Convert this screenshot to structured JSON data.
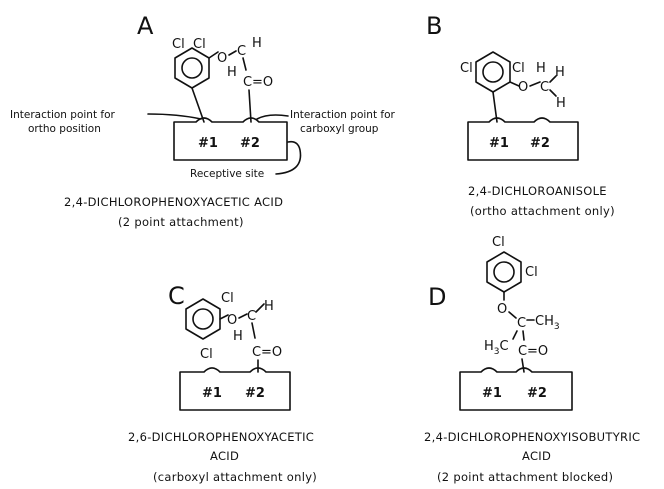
{
  "panels": {
    "a": {
      "letter": "A",
      "cl_left": "Cl",
      "cl_right": "Cl",
      "o": "O",
      "c_top": "C",
      "h_top": "H",
      "h_left": "H",
      "c_carbonyl": "C",
      "o_carbonyl": "=O",
      "site1": "#1",
      "site2": "#2",
      "label_ortho_line1": "Interaction point for",
      "label_ortho_line2": "ortho position",
      "label_carboxyl_line1": "Interaction point for",
      "label_carboxyl_line2": "carboxyl group",
      "label_receptive": "Receptive site",
      "caption_line1": "2,4-DICHLOROPHENOXYACETIC ACID",
      "caption_line2": "(2 point attachment)"
    },
    "b": {
      "letter": "B",
      "cl_left": "Cl",
      "cl_right": "Cl",
      "o": "O",
      "c": "C",
      "h1": "H",
      "h2": "H",
      "h3": "H",
      "site1": "#1",
      "site2": "#2",
      "caption_line1": "2,4-DICHLOROANISOLE",
      "caption_line2": "(ortho attachment only)"
    },
    "c": {
      "letter": "C",
      "cl_top": "Cl",
      "cl_bottom": "Cl",
      "o": "O",
      "c_top": "C",
      "h_top": "H",
      "h_left": "H",
      "c_carbonyl": "C",
      "o_carbonyl": "=O",
      "site1": "#1",
      "site2": "#2",
      "caption_line1": "2,6-DICHLOROPHENOXYACETIC",
      "caption_line2": "ACID",
      "caption_line3": "(carboxyl attachment only)"
    },
    "d": {
      "letter": "D",
      "cl_top": "Cl",
      "cl_right": "Cl",
      "o": "O",
      "c_top": "C",
      "ch3_right": "CH",
      "sub3_right": "3",
      "h3c_h": "H",
      "h3c_3": "3",
      "h3c_c": "C",
      "c_carbonyl": "C",
      "o_carbonyl": "=O",
      "site1": "#1",
      "site2": "#2",
      "caption_line1": "2,4-DICHLOROPHENOXYISOBUTYRIC",
      "caption_line2": "ACID",
      "caption_line3": "(2 point attachment blocked)"
    }
  }
}
